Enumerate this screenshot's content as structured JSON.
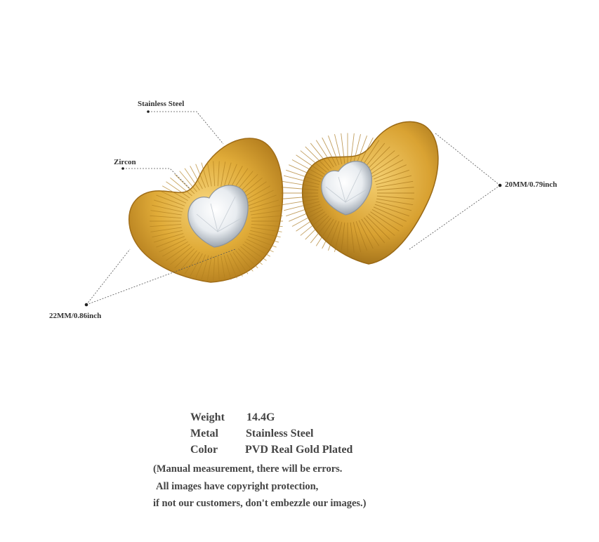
{
  "callouts": {
    "material": "Stainless Steel",
    "stone": "Zircon",
    "length": "22MM/0.86inch",
    "width": "20MM/0.79inch"
  },
  "specs": [
    {
      "key": "Weight",
      "value": "14.4G"
    },
    {
      "key": "Metal",
      "value": "Stainless Steel"
    },
    {
      "key": "Color",
      "value": "PVD Real Gold Plated"
    }
  ],
  "notes": [
    "(Manual measurement, there will be errors.",
    "All images have copyright protection,",
    "if not our customers, don't embezzle our images.)"
  ],
  "colors": {
    "gold_light": "#f2c85a",
    "gold_mid": "#d9a430",
    "gold_dark": "#a8751a",
    "text": "#444444"
  }
}
